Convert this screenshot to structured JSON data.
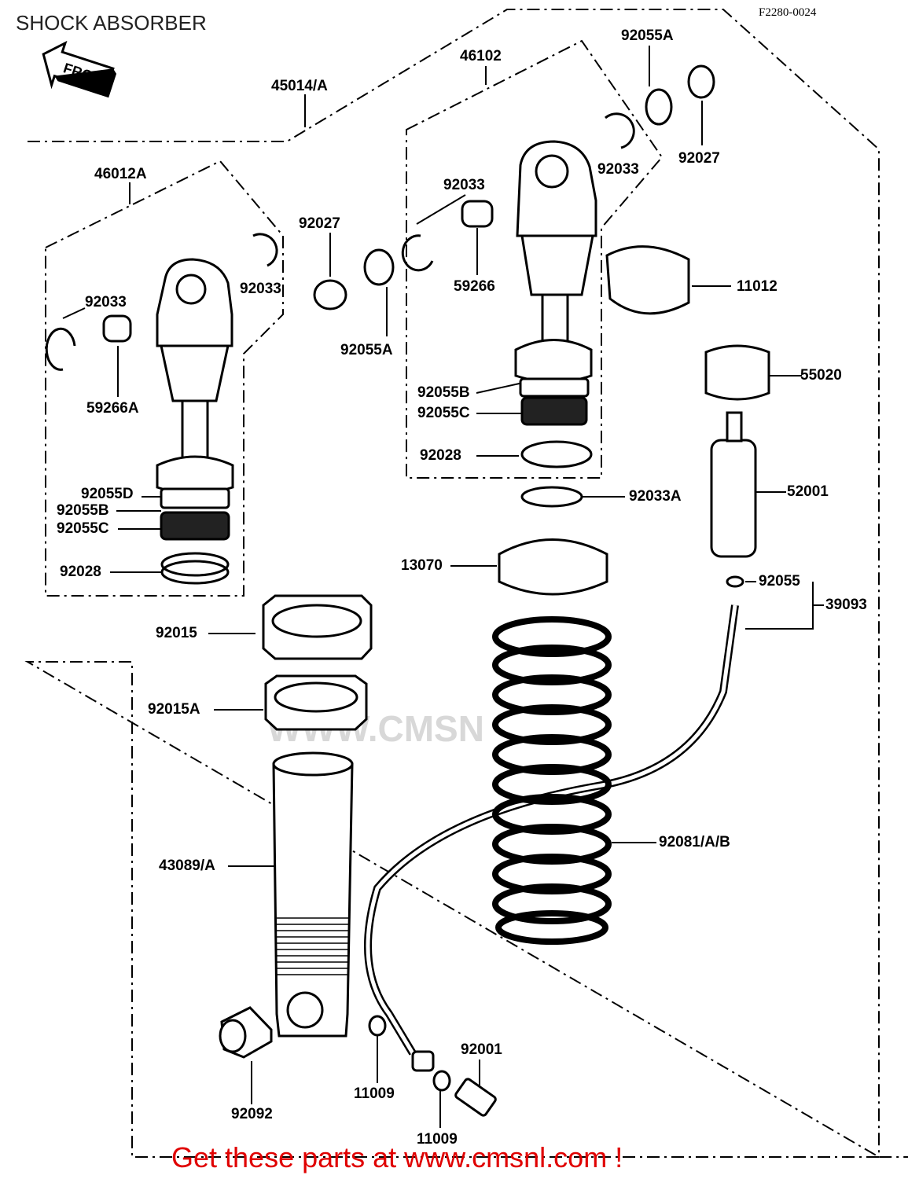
{
  "page": {
    "title": "SHOCK ABSORBER",
    "diagram_code": "F2280-0024",
    "front_marker": "FRONT",
    "watermark": "WWW.CMSN",
    "footer_link": "Get these parts at www.cmsnl.com !"
  },
  "labels": {
    "l45014A": "45014/A",
    "l46012A": "46012A",
    "l46102": "46102",
    "l92055A_top": "92055A",
    "l92027_right": "92027",
    "l92033_upper_right": "92033",
    "l92033_mid": "92033",
    "l59266": "59266",
    "l92027_mid": "92027",
    "l92055A_mid": "92055A",
    "l92033_left_ring": "92033",
    "l92033_left": "92033",
    "l59266A": "59266A",
    "l11012": "11012",
    "l55020": "55020",
    "l92055B_right": "92055B",
    "l92055C_right": "92055C",
    "l92028_right": "92028",
    "l52001": "52001",
    "l92033A": "92033A",
    "l92055D": "92055D",
    "l92055B_left": "92055B",
    "l92055C_left": "92055C",
    "l92028_left": "92028",
    "l13070": "13070",
    "l92055": "92055",
    "l39093": "39093",
    "l92015": "92015",
    "l92015A": "92015A",
    "l43089A": "43089/A",
    "l92081AB": "92081/A/B",
    "l92001": "92001",
    "l11009_a": "11009",
    "l92092": "92092",
    "l11009_b": "11009"
  }
}
